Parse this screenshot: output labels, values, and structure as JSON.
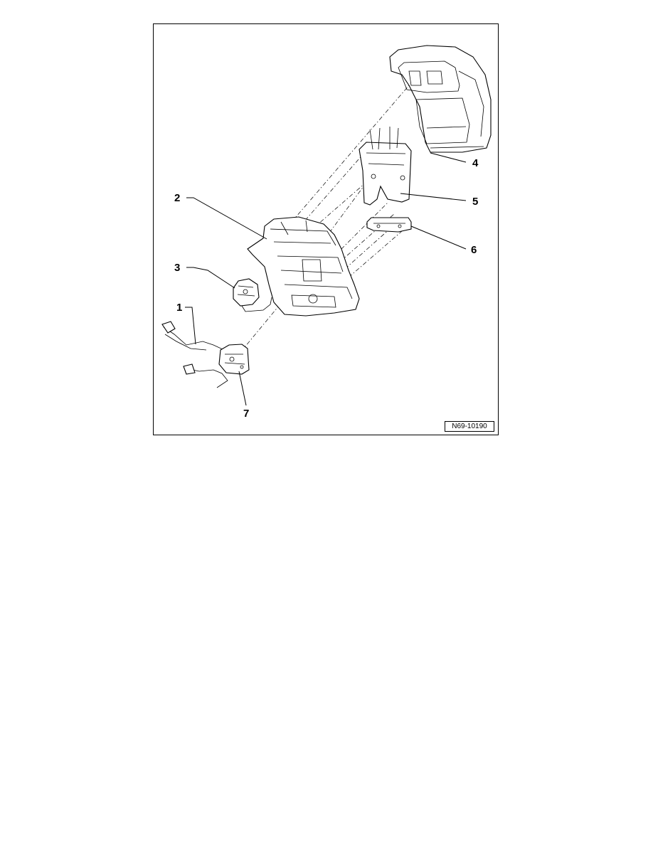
{
  "figure": {
    "reference_code": "N69-10190",
    "callouts": [
      {
        "id": "1",
        "label": "1"
      },
      {
        "id": "2",
        "label": "2"
      },
      {
        "id": "3",
        "label": "3"
      },
      {
        "id": "4",
        "label": "4"
      },
      {
        "id": "5",
        "label": "5"
      },
      {
        "id": "6",
        "label": "6"
      },
      {
        "id": "7",
        "label": "7"
      }
    ]
  }
}
